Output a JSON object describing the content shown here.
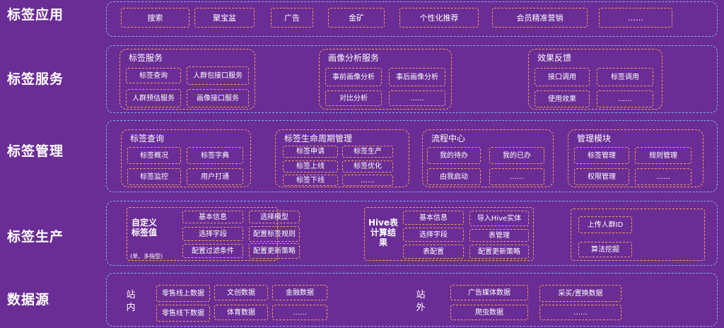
{
  "layers": {
    "app": {
      "label": "标签应用",
      "items": [
        "搜索",
        "聚宝盆",
        "广告",
        "金矿",
        "个性化推荐",
        "会员精准营销",
        "……"
      ]
    },
    "service": {
      "label": "标签服务",
      "groups": [
        {
          "title": "标签服务",
          "items": [
            "标签查询",
            "人群包接口服务",
            "人群预估服务",
            "画像接口服务"
          ]
        },
        {
          "title": "画像分析服务",
          "items": [
            "事前画像分析",
            "事后画像分析",
            "对比分析",
            "……"
          ]
        },
        {
          "title": "效果反馈",
          "items": [
            "接口调用",
            "标签调用",
            "使用效果",
            "……"
          ]
        }
      ]
    },
    "manage": {
      "label": "标签管理",
      "groups": [
        {
          "title": "标签查询",
          "items": [
            "标签概况",
            "标签字典",
            "标签监控",
            "用户打通"
          ]
        },
        {
          "title": "标签生命周期管理",
          "items": [
            "标签申请",
            "标签生产",
            "标签上线",
            "标签优化",
            "标签下线",
            "……"
          ]
        },
        {
          "title": "流程中心",
          "items": [
            "我的待办",
            "我的已办",
            "由我启动",
            "……"
          ]
        },
        {
          "title": "管理模块",
          "items": [
            "标签管理",
            "规则管理",
            "权限管理",
            "……"
          ]
        }
      ]
    },
    "produce": {
      "label": "标签生产",
      "custom": {
        "title": "自定义标签值",
        "note": "(单、多指型)",
        "items": [
          "基本信息",
          "选择模型",
          "选择字段",
          "配置标签规则",
          "配置过滤条件",
          "配置更新策略"
        ]
      },
      "hive": {
        "title": "Hive表计算结果",
        "items": [
          "基本信息",
          "导入Hive实体",
          "选择字段",
          "表管理",
          "表配置",
          "配置更新策略"
        ]
      },
      "upload": {
        "items": [
          "上传人群ID",
          "算法挖掘"
        ]
      }
    },
    "source": {
      "label": "数据源",
      "inside": {
        "label": "站内",
        "items": [
          "零售线上数据",
          "文创数据",
          "金融数据",
          "零售线下数据",
          "体育数据",
          "……"
        ]
      },
      "outside": {
        "label": "站外",
        "items": [
          "广告媒体数据",
          "采买/置换数据",
          "爬虫数据",
          "……"
        ]
      }
    }
  }
}
